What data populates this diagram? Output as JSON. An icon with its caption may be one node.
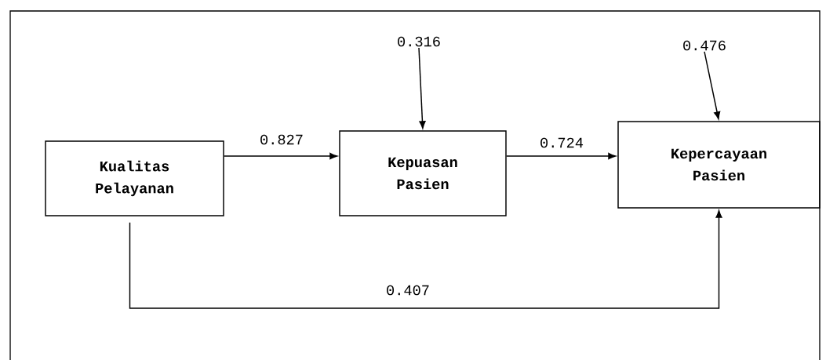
{
  "diagram": {
    "nodes": [
      {
        "text": [
          "Kualitas Pelayanan"
        ]
      },
      {
        "text": [
          "Kepuasan Pasien"
        ]
      },
      {
        "text": [
          "Kepercayaan Pasien"
        ]
      },
      {
        "text": [
          "0.316"
        ]
      },
      {
        "text": [
          "0.476"
        ]
      }
    ],
    "edges": [
      {
        "from": 0,
        "to": 1,
        "arrow": "to",
        "label": "0.827"
      },
      {
        "from": 1,
        "to": 2,
        "arrow": "to",
        "label": "0.724"
      },
      {
        "from": 0,
        "to": 2,
        "arrow": "to",
        "label": "0.407"
      },
      {
        "from": 3,
        "to": 1,
        "arrow": "to"
      },
      {
        "from": 4,
        "to": 2,
        "arrow": "to"
      }
    ]
  }
}
